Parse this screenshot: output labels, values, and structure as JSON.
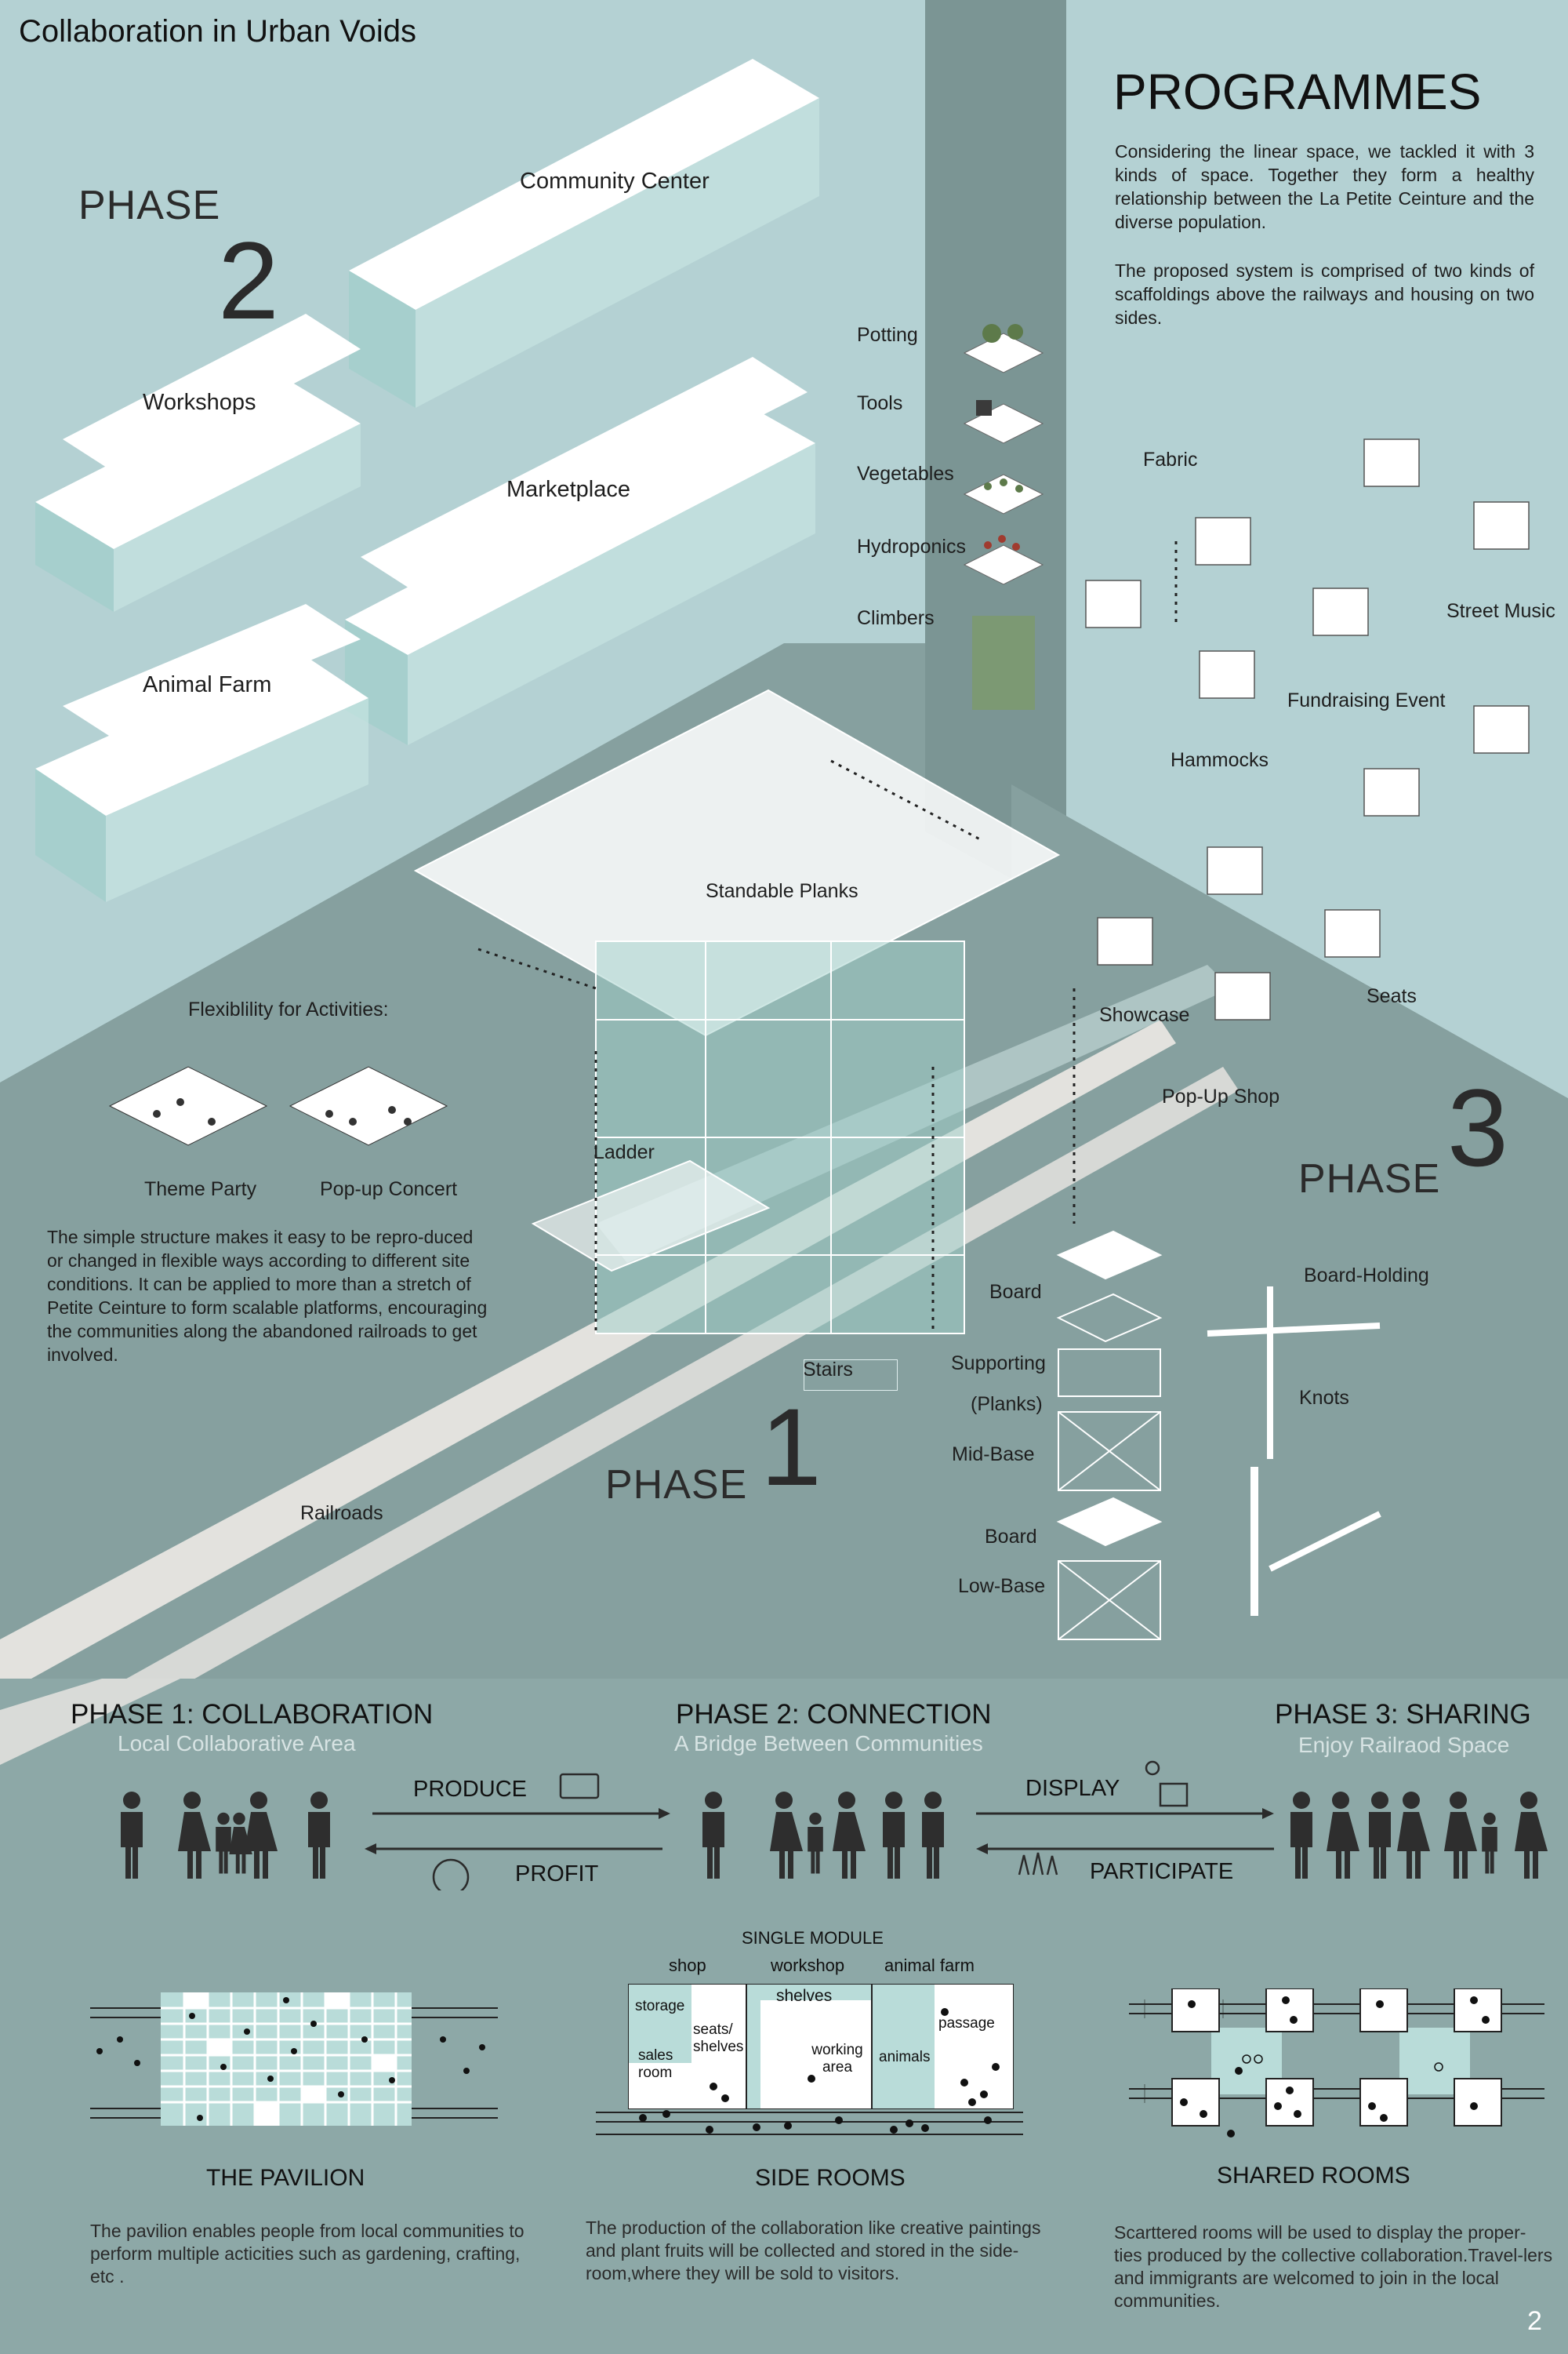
{
  "header": {
    "title": "Collaboration in Urban Voids",
    "page_number": "2"
  },
  "programmes": {
    "title": "PROGRAMMES",
    "paragraph1": "Considering the linear space, we tackled it with 3 kinds of space. Together they form a healthy relationship between the La Petite Ceinture and the diverse population.",
    "paragraph2": "The proposed system is comprised of two kinds of scaffoldings above the railways and housing on two sides."
  },
  "phase2": {
    "word": "PHASE",
    "number": "2",
    "labels": {
      "community_center": "Community Center",
      "workshops": "Workshops",
      "marketplace": "Marketplace",
      "animal_farm": "Animal Farm"
    }
  },
  "planters": {
    "potting": "Potting",
    "tools": "Tools",
    "vegetables": "Vegetables",
    "hydroponics": "Hydroponics",
    "climbers": "Climbers"
  },
  "phase3": {
    "word": "PHASE",
    "number": "3",
    "labels": {
      "fabric": "Fabric",
      "street_music": "Street Music",
      "fundraising": "Fundraising Event",
      "hammocks": "Hammocks",
      "showcase": "Showcase",
      "seats": "Seats",
      "popup_shop": "Pop-Up Shop"
    }
  },
  "phase1": {
    "word": "PHASE",
    "number": "1",
    "labels": {
      "standable_planks": "Standable Planks",
      "ladder": "Ladder",
      "stairs": "Stairs",
      "railroads": "Railroads"
    }
  },
  "flexibility": {
    "title": "Flexiblility for Activities:",
    "theme_party": "Theme Party",
    "popup_concert": "Pop-up Concert",
    "text": "The simple structure makes it easy to be repro-duced or changed in flexible ways according to different site conditions.  It can be applied to more than a stretch of  Petite Ceinture to form scalable platforms, encouraging the communities along the abandoned railroads to get involved."
  },
  "components": {
    "board": "Board",
    "supporting": "Supporting",
    "planks": "(Planks)",
    "mid_base": "Mid-Base",
    "board2": "Board",
    "low_base": "Low-Base",
    "board_holding": "Board-Holding",
    "knots": "Knots"
  },
  "flow": {
    "phase1_title": "PHASE 1: COLLABORATION",
    "phase1_sub": "Local Collaborative Area",
    "phase2_title": "PHASE 2: CONNECTION",
    "phase2_sub": "A Bridge Between Communities",
    "phase3_title": "PHASE 3: SHARING",
    "phase3_sub": "Enjoy Railraod Space",
    "produce": "PRODUCE",
    "profit": "PROFIT",
    "display": "DISPLAY",
    "participate": "PARTICIPATE"
  },
  "pavilion": {
    "caption": "THE PAVILION",
    "text": "The pavilion enables people from local communities to perform multiple acticities such as gardening, crafting, etc ."
  },
  "side_rooms": {
    "caption": "SIDE ROOMS",
    "module_title": "SINGLE MODULE",
    "shop": "shop",
    "workshop": "workshop",
    "animal_farm": "animal farm",
    "storage": "storage",
    "sales_room": "sales room",
    "seats_shelves": "seats/ shelves",
    "shelves": "shelves",
    "working_area": "working area",
    "animals": "animals",
    "passage": "passage",
    "text": "The production of  the collaboration like creative paintings and plant fruits will be collected and stored in the side-room,where they will be sold to visitors."
  },
  "shared_rooms": {
    "caption": "SHARED ROOMS",
    "text": "Scarttered rooms will be used to display the proper-ties produced by the collective collaboration.Travel-lers and immigrants are welcomed to join in the local communities."
  },
  "colors": {
    "light_teal": "#b4d1d3",
    "dark_teal": "#86a09f",
    "bottom_panel": "#8da8a7",
    "mint": "#b9dcd9"
  }
}
